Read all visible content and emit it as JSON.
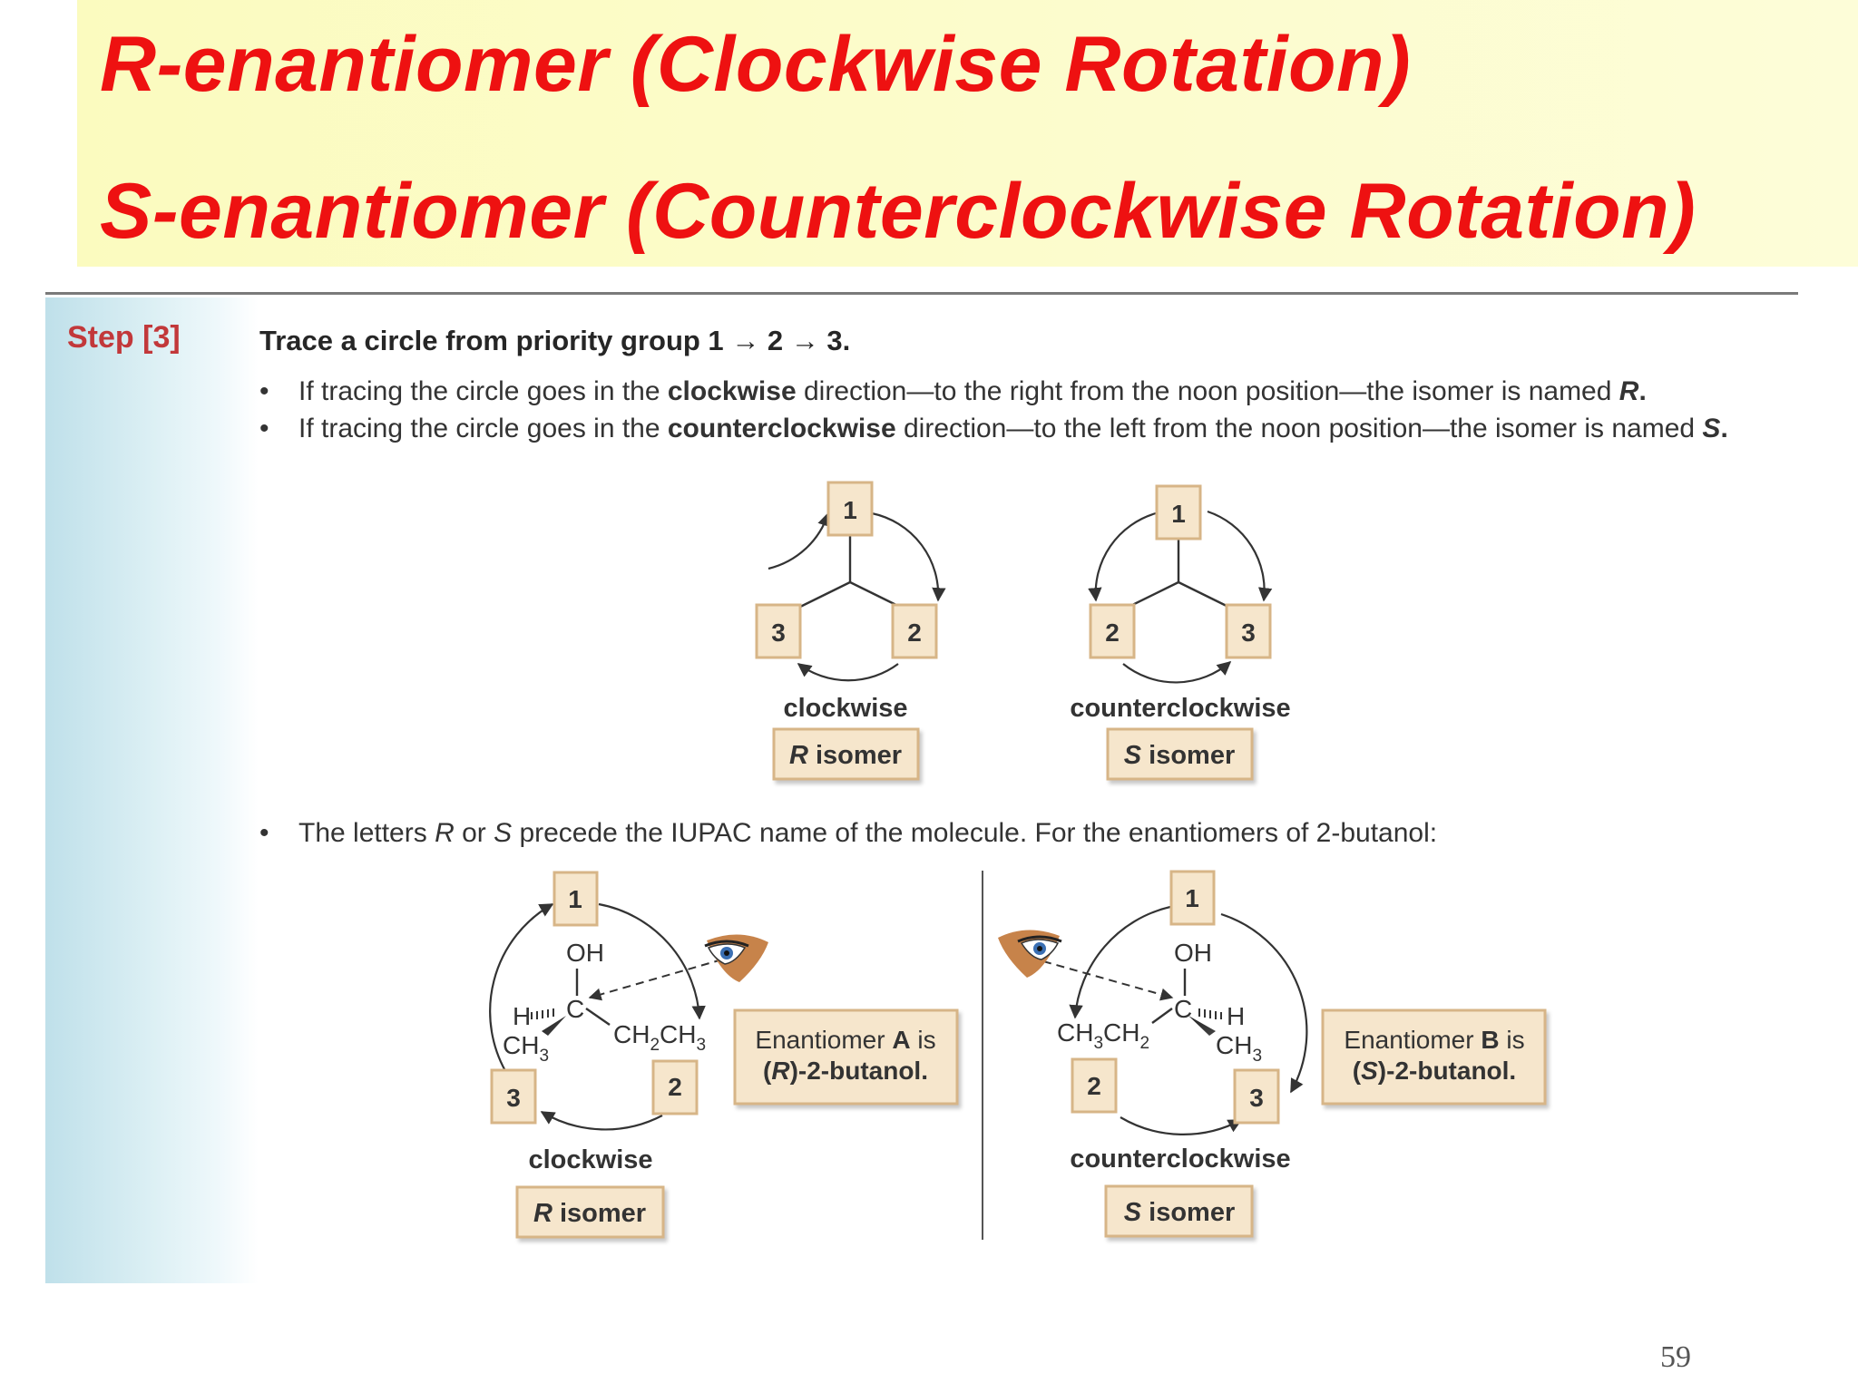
{
  "title": {
    "line1": "R-enantiomer (Clockwise Rotation)",
    "line2": "S-enantiomer (Counterclockwise Rotation)"
  },
  "step": {
    "label": "Step [3]",
    "heading": "Trace a circle from priority group 1 → 2 → 3."
  },
  "bullets": {
    "b1": {
      "pre": "If tracing the circle goes in the ",
      "bold": "clockwise",
      "post": " direction—to the right from the noon position—the isomer is named ",
      "letter": "R",
      "end": "."
    },
    "b2": {
      "pre": "If tracing the circle goes in the ",
      "bold": "counterclockwise",
      "post": " direction—to the left from the noon position—the isomer is named ",
      "letter": "S",
      "end": "."
    },
    "b3": {
      "pre": "The letters ",
      "r": "R",
      "mid": " or ",
      "s": "S",
      "post": " precede the IUPAC name of the molecule. For the enantiomers of 2-butanol:"
    }
  },
  "priority_labels": {
    "p1": "1",
    "p2": "2",
    "p3": "3"
  },
  "top_diagrams": {
    "left": {
      "direction": "clockwise",
      "isomer_letter": "R",
      "isomer_word": " isomer"
    },
    "right": {
      "direction": "counterclockwise",
      "isomer_letter": "S",
      "isomer_word": " isomer"
    }
  },
  "molecules": {
    "left": {
      "OH": "OH",
      "H": "H",
      "C": "C",
      "CH3": "CH",
      "CH3_sub": "3",
      "CH2CH3_a": "CH",
      "CH2CH3_sub1": "2",
      "CH2CH3_b": "CH",
      "CH2CH3_sub2": "3",
      "direction": "clockwise",
      "isomer_letter": "R",
      "isomer_word": " isomer",
      "enantiomer_line1_pre": "Enantiomer ",
      "enantiomer_line1_bold": "A",
      "enantiomer_line1_post": " is",
      "enantiomer_line2_open": "(",
      "enantiomer_line2_letter": "R",
      "enantiomer_line2_rest": ")-2-butanol."
    },
    "right": {
      "OH": "OH",
      "H": "H",
      "C": "C",
      "CH3": "CH",
      "CH3_sub": "3",
      "CH2CH3_a": "CH",
      "CH2CH3_sub1": "3",
      "CH2CH3_b": "CH",
      "CH2CH3_sub2": "2",
      "direction": "counterclockwise",
      "isomer_letter": "S",
      "isomer_word": " isomer",
      "enantiomer_line1_pre": "Enantiomer ",
      "enantiomer_line1_bold": "B",
      "enantiomer_line1_post": " is",
      "enantiomer_line2_open": "(",
      "enantiomer_line2_letter": "S",
      "enantiomer_line2_rest": ")-2-butanol."
    }
  },
  "slide_number": "59",
  "colors": {
    "title_red": "#ee1111",
    "step_red": "#c2383a",
    "box_fill": "#f6e6cc",
    "box_border": "#d7b587",
    "title_band": "#fbfbc4"
  },
  "icons": {
    "eye": "eye-icon"
  }
}
